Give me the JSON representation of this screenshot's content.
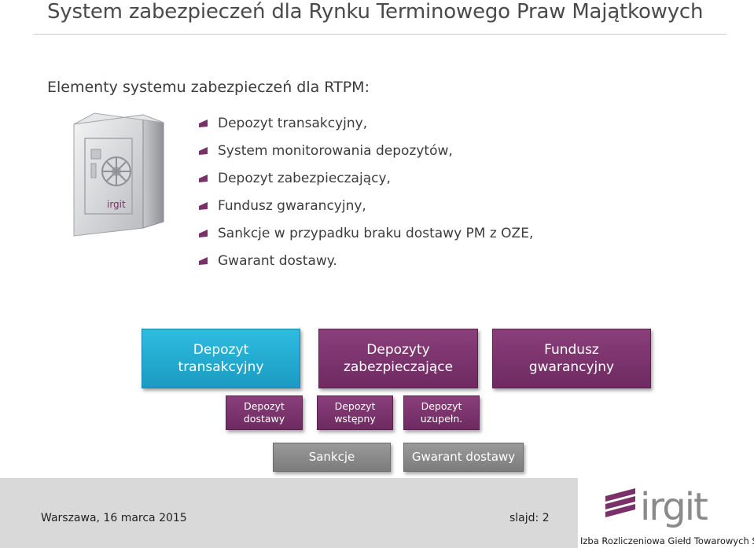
{
  "slide": {
    "title": "System zabezpieczeń dla Rynku Terminowego Praw Majątkowych",
    "subtitle": "Elementy systemu zabezpieczeń dla RTPM:"
  },
  "bullets": [
    "Depozyt transakcyjny,",
    "System monitorowania depozytów,",
    "Depozyt zabezpieczający,",
    "Fundusz gwarancyjny,",
    "Sankcje w przypadku braku dostawy PM z OZE,",
    "Gwarant dostawy."
  ],
  "diagram": {
    "top": [
      {
        "line1": "Depozyt",
        "line2": "transakcyjny"
      },
      {
        "line1": "Depozyty",
        "line2": "zabezpieczające"
      },
      {
        "line1": "Fundusz",
        "line2": "gwarancyjny"
      }
    ],
    "sub": [
      {
        "line1": "Depozyt",
        "line2": "dostawy"
      },
      {
        "line1": "Depozyt",
        "line2": "wstępny"
      },
      {
        "line1": "Depozyt",
        "line2": "uzupełn."
      }
    ],
    "bottom": [
      "Sankcje",
      "Gwarant dostawy"
    ]
  },
  "footer": {
    "date": "Warszawa, 16 marca 2015",
    "slide_number": "slajd: 2",
    "company": "Izba Rozliczeniowa Giełd Towarowych S.A.",
    "safe_logo_text": "irgit",
    "logo_text": "irgit"
  },
  "colors": {
    "teal": "#23acd3",
    "purple": "#7a3169",
    "gray": "#8a8a8a",
    "footer_bg": "#d9d9d9",
    "logo_bars": "#7a3169",
    "logo_text": "#8a8a8a"
  }
}
